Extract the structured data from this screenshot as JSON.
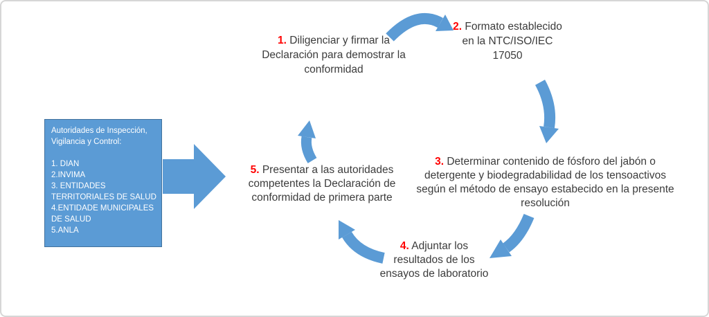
{
  "diagram": {
    "type": "circular-process",
    "steps": [
      {
        "number": "1.",
        "text": "Diligenciar y firmar la Declaración para demostrar la conformidad"
      },
      {
        "number": "2.",
        "text": "Formato establecido en la NTC/ISO/IEC 17050"
      },
      {
        "number": "3.",
        "text": "Determinar contenido de fósforo del jabón o detergente y biodegradabilidad de los tensoactivos según el método de ensayo estabecido en la presente resolución"
      },
      {
        "number": "4.",
        "text": "Adjuntar los resultados de los ensayos de laboratorio"
      },
      {
        "number": "5.",
        "text": "Presentar a las autoridades competentes la Declaración de conformidad de primera parte"
      }
    ],
    "authorities_box": {
      "title": "Autoridades de Inspección, Vigilancia y Control:",
      "items": [
        "1. DIAN",
        "2.INVIMA",
        "3. ENTIDADES TERRITORIALES DE SALUD",
        "4.ENTIDADE MUNICIPALES DE SALUD",
        "5.ANLA"
      ]
    },
    "arrows": [
      "authorities-box-to-step5",
      "step1-to-step2",
      "step2-to-step3",
      "step3-to-step4",
      "step4-to-step5",
      "step5-to-step1"
    ]
  },
  "colors": {
    "arrow_blue": "#5B9BD5",
    "box_fill": "#5B9BD5",
    "box_border": "#41719C",
    "box_text": "#FFFFFF",
    "number_red": "#FF0000",
    "text_dark": "#3B3B3B",
    "frame_border": "#D6D6D6"
  }
}
